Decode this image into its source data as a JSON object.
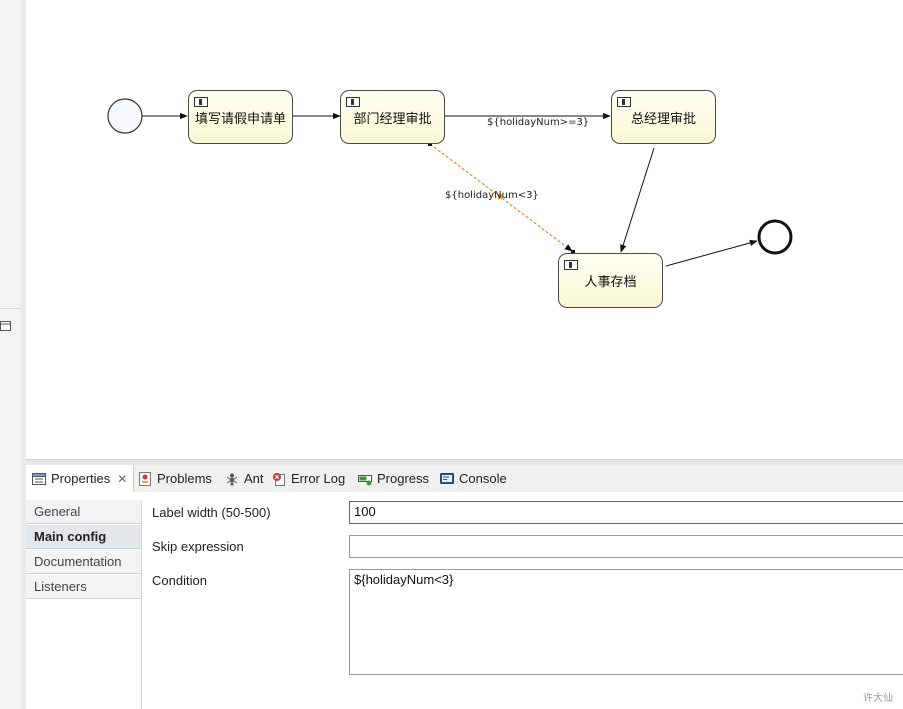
{
  "diagram": {
    "tasks": [
      {
        "id": "t1",
        "label": "填写请假申请单"
      },
      {
        "id": "t2",
        "label": "部门经理审批"
      },
      {
        "id": "t3",
        "label": "总经理审批"
      },
      {
        "id": "t4",
        "label": "人事存档"
      }
    ],
    "flow_labels": {
      "ge3": "${holidayNum>=3}",
      "lt3": "${holidayNum<3}"
    }
  },
  "views": {
    "properties": "Properties",
    "problems": "Problems",
    "ant": "Ant",
    "error_log": "Error Log",
    "progress": "Progress",
    "console": "Console"
  },
  "side_tabs": [
    "General",
    "Main config",
    "Documentation",
    "Listeners"
  ],
  "form": {
    "label_width_label": "Label width (50-500)",
    "label_width_value": "100",
    "skip_expression_label": "Skip expression",
    "skip_expression_value": "",
    "condition_label": "Condition",
    "condition_value": "${holidayNum<3}"
  },
  "watermark": "许大仙",
  "colors": {
    "task_fill": "#fafad6",
    "selected_flow": "#e07a10"
  }
}
